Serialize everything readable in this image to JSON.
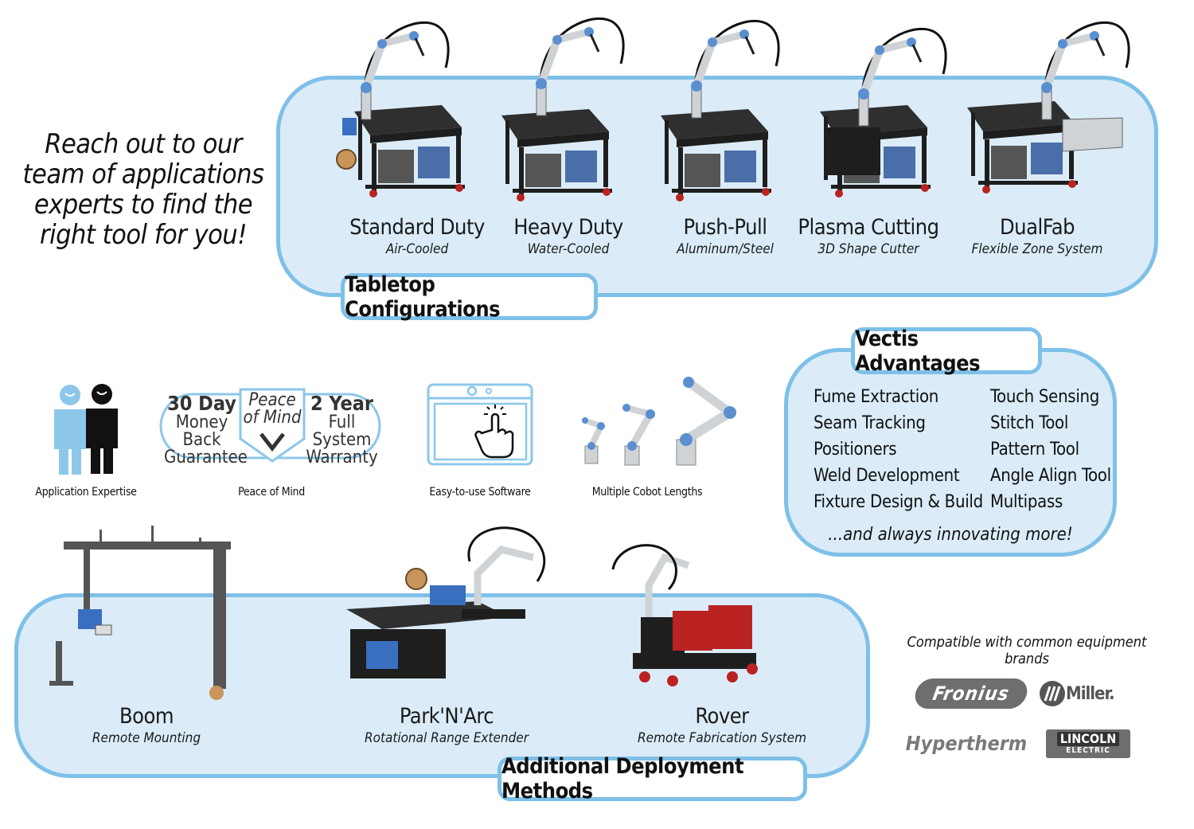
{
  "intro": {
    "line1": "Reach out to our",
    "line2": "team of applications",
    "line3": "experts to find the",
    "line4": "right tool for you!"
  },
  "tabletop": {
    "title": "Tabletop Configurations",
    "products": [
      {
        "name": "Standard Duty",
        "sub": "Air-Cooled"
      },
      {
        "name": "Heavy Duty",
        "sub": "Water-Cooled"
      },
      {
        "name": "Push-Pull",
        "sub": "Aluminum/Steel"
      },
      {
        "name": "Plasma Cutting",
        "sub": "3D Shape Cutter"
      },
      {
        "name": "DualFab",
        "sub": "Flexible Zone System"
      }
    ]
  },
  "features": {
    "expertise": "Application Expertise",
    "peace": "Peace of Mind",
    "software": "Easy-to-use Software",
    "cobots": "Multiple Cobot Lengths",
    "badge": {
      "left_big": "30 Day",
      "left_1": "Money Back",
      "left_2": "Guarantee",
      "center_1": "Peace",
      "center_2": "of Mind",
      "right_big": "2 Year",
      "right_1": "Full System",
      "right_2": "Warranty"
    }
  },
  "advantages": {
    "title": "Vectis Advantages",
    "left": [
      "Fume Extraction",
      "Seam Tracking",
      "Positioners",
      "Weld Development",
      "Fixture Design & Build"
    ],
    "right": [
      "Touch Sensing",
      "Stitch Tool",
      "Pattern Tool",
      "Angle Align Tool",
      "Multipass"
    ],
    "more": "...and always innovating more!"
  },
  "deployment": {
    "title": "Additional Deployment Methods",
    "products": [
      {
        "name": "Boom",
        "sub": "Remote Mounting"
      },
      {
        "name": "Park'N'Arc",
        "sub": "Rotational Range Extender"
      },
      {
        "name": "Rover",
        "sub": "Remote Fabrication System"
      }
    ]
  },
  "brands": {
    "compatible": "Compatible with common equipment brands",
    "fronius": "Fronius",
    "miller": "Miller.",
    "hypertherm": "Hypertherm",
    "lincoln_1": "LINCOLN",
    "lincoln_2": "ELECTRIC"
  },
  "colors": {
    "panel_fill": "#dbecf8",
    "panel_border": "#7ec0e8",
    "icon_blue": "#8cc7ea",
    "cobot_blue": "#5a8fd0",
    "table_dark": "#2b2b2b"
  }
}
